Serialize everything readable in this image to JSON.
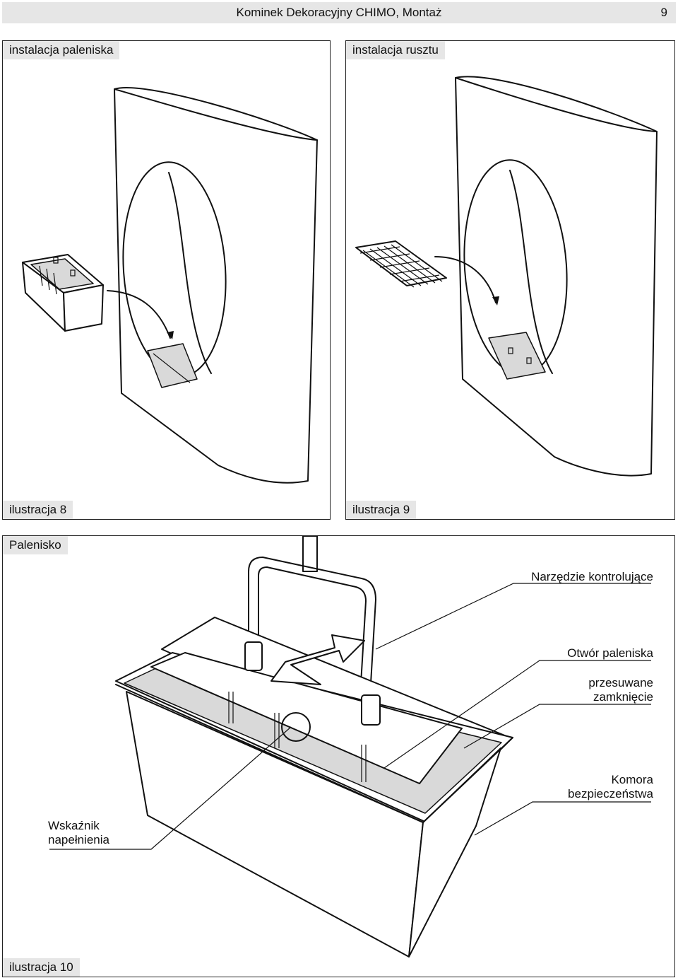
{
  "header": {
    "title": "Kominek Dekoracyjny CHIMO, Montaż",
    "page_number": "9"
  },
  "panels": {
    "left_top": {
      "heading": "instalacja paleniska",
      "caption": "ilustracja 8"
    },
    "right_top": {
      "heading": "instalacja rusztu",
      "caption": "ilustracja 9"
    },
    "bottom": {
      "heading": "Palenisko",
      "caption": "ilustracja 10"
    }
  },
  "callouts": {
    "control_tool": "Narzędzie kontrolujące",
    "burner_opening": "Otwór paleniska",
    "sliding_closure_line1": "przesuwane",
    "sliding_closure_line2": "zamknięcie",
    "safety_chamber_line1": "Komora",
    "safety_chamber_line2": "bezpieczeństwa",
    "fill_indicator_line1": "Wskaźnik",
    "fill_indicator_line2": "napełnienia"
  }
}
